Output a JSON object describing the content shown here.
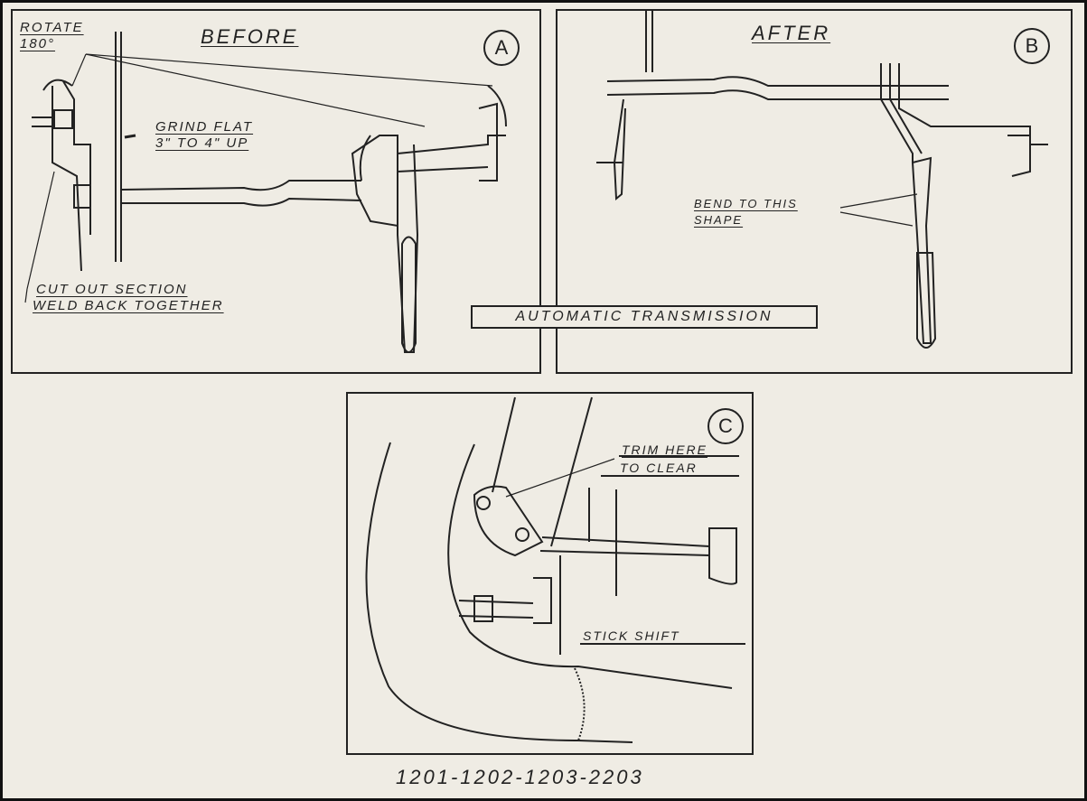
{
  "panel_a": {
    "marker": "A",
    "title": "BEFORE",
    "note_rotate_1": "ROTATE",
    "note_rotate_2": "180°",
    "note_grind_1": "GRIND FLAT",
    "note_grind_2": "3\" TO 4\" UP",
    "note_cut_1": "CUT OUT SECTION",
    "note_cut_2": "WELD BACK TOGETHER"
  },
  "panel_b": {
    "marker": "B",
    "title": "AFTER",
    "note_bend_1": "BEND TO THIS",
    "note_bend_2": "SHAPE"
  },
  "caption": "AUTOMATIC TRANSMISSION",
  "panel_c": {
    "marker": "C",
    "note_trim_1": "TRIM HERE",
    "note_trim_2": "TO CLEAR",
    "note_stick": "STICK SHIFT"
  },
  "footer": "1201-1202-1203-2203"
}
